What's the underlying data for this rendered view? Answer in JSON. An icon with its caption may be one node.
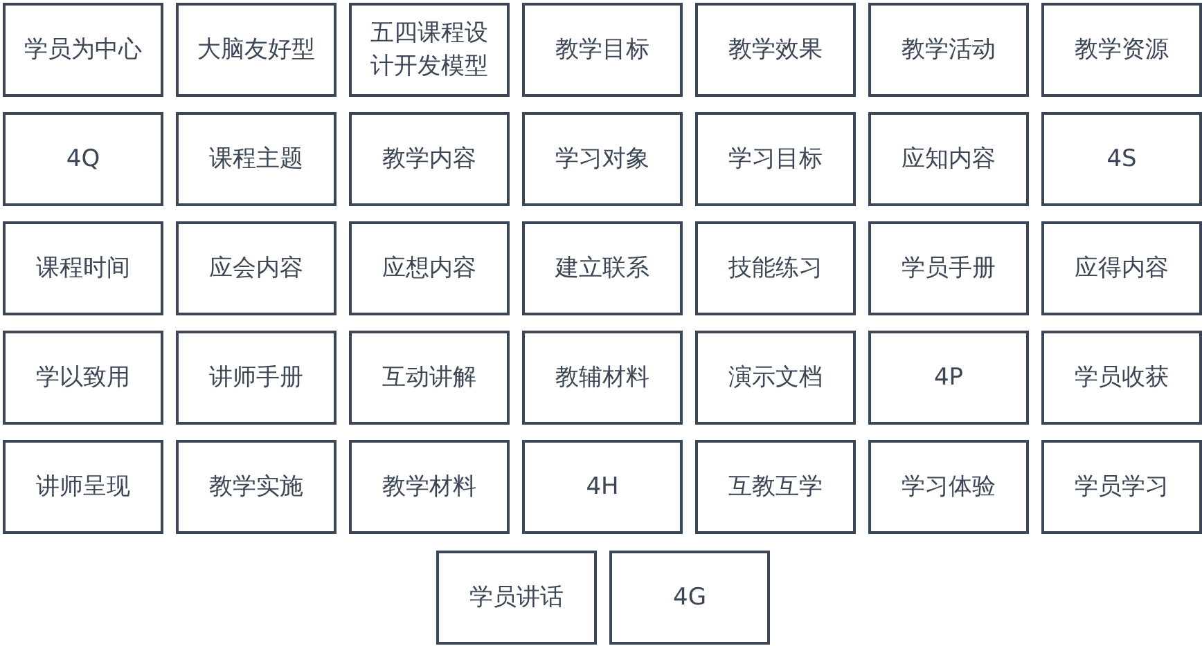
{
  "diagram": {
    "nodes": [
      {
        "text": [
          "学员为中心"
        ]
      },
      {
        "text": [
          "大脑友好型"
        ]
      },
      {
        "text": [
          "五四课程设计开发模型"
        ]
      },
      {
        "text": [
          "教学目标"
        ]
      },
      {
        "text": [
          "教学效果"
        ]
      },
      {
        "text": [
          "教学活动"
        ]
      },
      {
        "text": [
          "教学资源"
        ]
      },
      {
        "text": [
          "4Q"
        ]
      },
      {
        "text": [
          "课程主题"
        ]
      },
      {
        "text": [
          "教学内容"
        ]
      },
      {
        "text": [
          "学习对象"
        ]
      },
      {
        "text": [
          "学习目标"
        ]
      },
      {
        "text": [
          "应知内容"
        ]
      },
      {
        "text": [
          "4S"
        ]
      },
      {
        "text": [
          "课程时间"
        ]
      },
      {
        "text": [
          "应会内容"
        ]
      },
      {
        "text": [
          "应想内容"
        ]
      },
      {
        "text": [
          "建立联系"
        ]
      },
      {
        "text": [
          "技能练习"
        ]
      },
      {
        "text": [
          "学员手册"
        ]
      },
      {
        "text": [
          "应得内容"
        ]
      },
      {
        "text": [
          "学以致用"
        ]
      },
      {
        "text": [
          "讲师手册"
        ]
      },
      {
        "text": [
          "互动讲解"
        ]
      },
      {
        "text": [
          "教辅材料"
        ]
      },
      {
        "text": [
          "演示文档"
        ]
      },
      {
        "text": [
          "4P"
        ]
      },
      {
        "text": [
          "学员收获"
        ]
      },
      {
        "text": [
          "讲师呈现"
        ]
      },
      {
        "text": [
          "教学实施"
        ]
      },
      {
        "text": [
          "教学材料"
        ]
      },
      {
        "text": [
          "4H"
        ]
      },
      {
        "text": [
          "互教互学"
        ]
      },
      {
        "text": [
          "学习体验"
        ]
      },
      {
        "text": [
          "学员学习"
        ]
      },
      {
        "text": [
          "学员讲话"
        ]
      },
      {
        "text": [
          "4G"
        ]
      }
    ]
  }
}
